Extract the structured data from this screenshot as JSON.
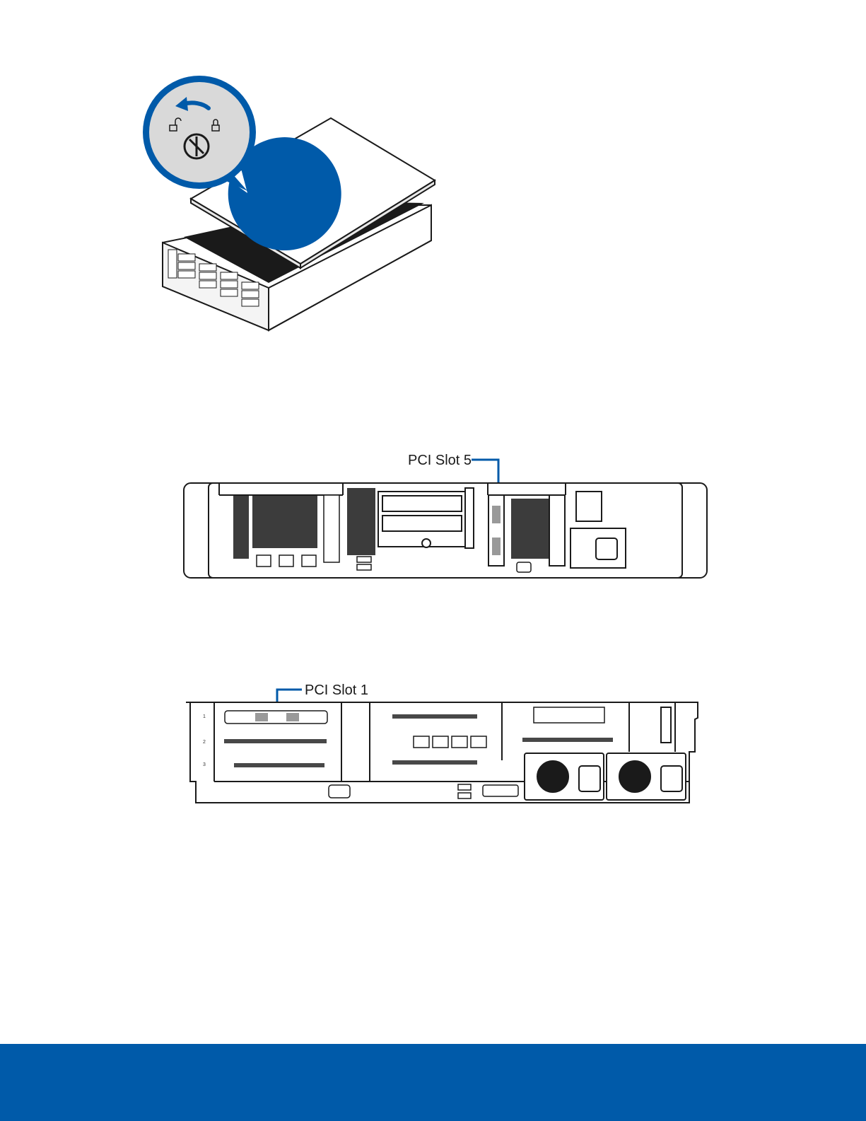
{
  "figures": {
    "rear_view_1": {
      "callout": "PCI Slot 5"
    },
    "rear_view_2": {
      "callout": "PCI Slot 1",
      "slot_numbers": [
        "1",
        "2",
        "3"
      ]
    }
  },
  "colors": {
    "accent": "#005aa9",
    "line": "#1a1a1a",
    "loupe_fill": "#d9d9d9",
    "footer": "#005aa9"
  },
  "icons": {
    "rotate": "rotate-counterclockwise-icon",
    "unlock": "unlock-icon",
    "lock": "lock-icon",
    "screw": "screw-icon",
    "lift_arrow": "arrow-up-icon"
  }
}
